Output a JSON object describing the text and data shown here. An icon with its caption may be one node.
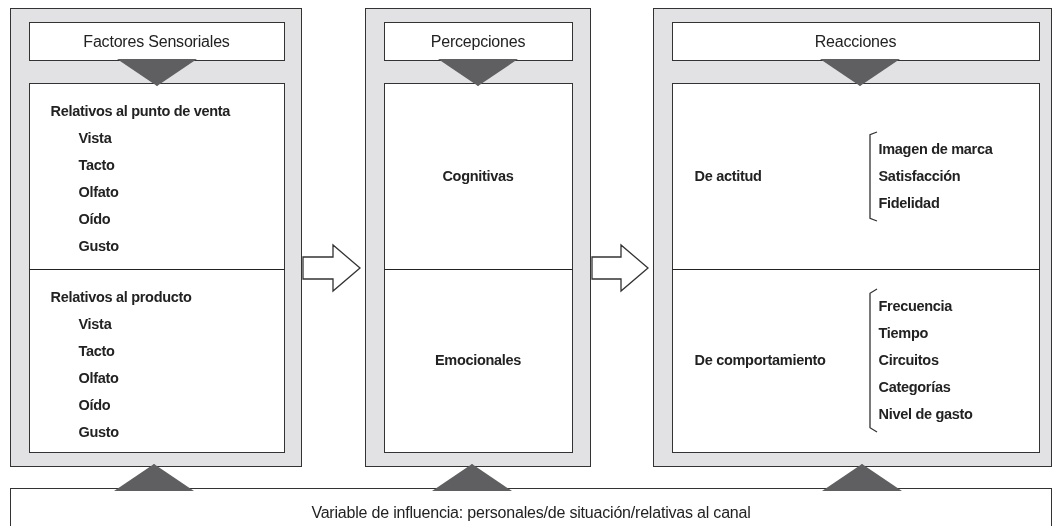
{
  "diagram": {
    "nodes": [
      {
        "text": [],
        "shape": "box"
      },
      {
        "text": [
          "Factores Sensoriales"
        ],
        "in": 0
      },
      {
        "text": [
          "Relativos al punto de venta",
          "Vista",
          "Tacto",
          "Olfato",
          "Oído",
          "Gusto"
        ],
        "in": 0
      },
      {
        "text": [
          "Relativos al producto",
          "Vista",
          "Tacto",
          "Olfato",
          "Oído",
          "Gusto"
        ],
        "in": 0
      },
      {
        "text": [],
        "shape": "box"
      },
      {
        "text": [
          "Percepciones"
        ],
        "in": 4
      },
      {
        "text": [
          "Cognitivas"
        ],
        "in": 4
      },
      {
        "text": [
          "Emocionales"
        ],
        "in": 4
      },
      {
        "text": [],
        "shape": "box"
      },
      {
        "text": [
          "Reacciones"
        ],
        "in": 8
      },
      {
        "text": [
          "De actitud",
          "Imagen de marca",
          "Satisfacción",
          "Fidelidad"
        ],
        "in": 8
      },
      {
        "text": [
          "De comportamiento",
          "Frecuencia",
          "Tiempo",
          "Circuitos",
          "Categorías",
          "Nivel de gasto"
        ],
        "in": 8
      },
      {
        "text": [
          "Variable de influencia: personales/de situación/relativas al canal"
        ]
      }
    ],
    "edges": [
      {
        "from": 1,
        "to": 2,
        "arrow": "to"
      },
      {
        "from": 0,
        "to": 4,
        "arrow": "to"
      },
      {
        "from": 5,
        "to": 6,
        "arrow": "to"
      },
      {
        "from": 4,
        "to": 8,
        "arrow": "to"
      },
      {
        "from": 9,
        "to": 10,
        "arrow": "to"
      },
      {
        "from": 12,
        "to": 0,
        "arrow": "to"
      },
      {
        "from": 12,
        "to": 4,
        "arrow": "to"
      },
      {
        "from": 12,
        "to": 8,
        "arrow": "to"
      }
    ]
  }
}
